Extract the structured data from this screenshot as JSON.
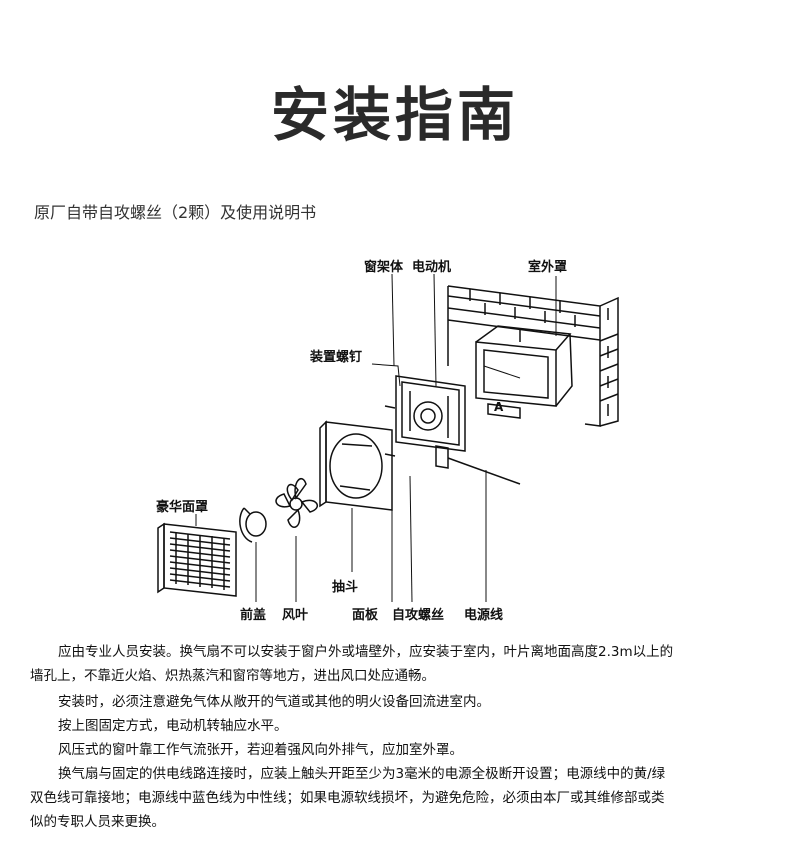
{
  "title": "安装指南",
  "subtitle": "原厂自带自攻螺丝（2颗）及使用说明书",
  "diagram": {
    "labels": {
      "window_frame": "窗架体",
      "motor": "电动机",
      "outdoor_cover": "室外罩",
      "mount_screw": "装置螺钉",
      "luxury_cover": "豪华面罩",
      "front_cover": "前盖",
      "blade": "风叶",
      "drawer": "抽斗",
      "panel": "面板",
      "tapping_screw": "自攻螺丝",
      "power_cord": "电源线",
      "dimension": "A"
    }
  },
  "instructions": {
    "p1_line1": "应由专业人员安装。换气扇不可以安装于窗户外或墙壁外，应安装于室内，叶片离地面高度2.3m以上的",
    "p1_line2": "墙孔上，不靠近火焰、炽热蒸汽和窗帘等地方，进出风口处应通畅。",
    "p2": "安装时，必须注意避免气体从敞开的气道或其他的明火设备回流进室内。",
    "p3": "按上图固定方式，电动机转轴应水平。",
    "p4": "风压式的窗叶靠工作气流张开，若迎着强风向外排气，应加室外罩。",
    "p5_line1": "换气扇与固定的供电线路连接时，应装上触头开距至少为3毫米的电源全极断开设置；电源线中的黄/绿",
    "p5_line2": "双色线可靠接地；电源线中蓝色线为中性线；如果电源软线损坏，为避免危险，必须由本厂或其维修部或类",
    "p5_line3": "似的专职人员来更换。"
  }
}
